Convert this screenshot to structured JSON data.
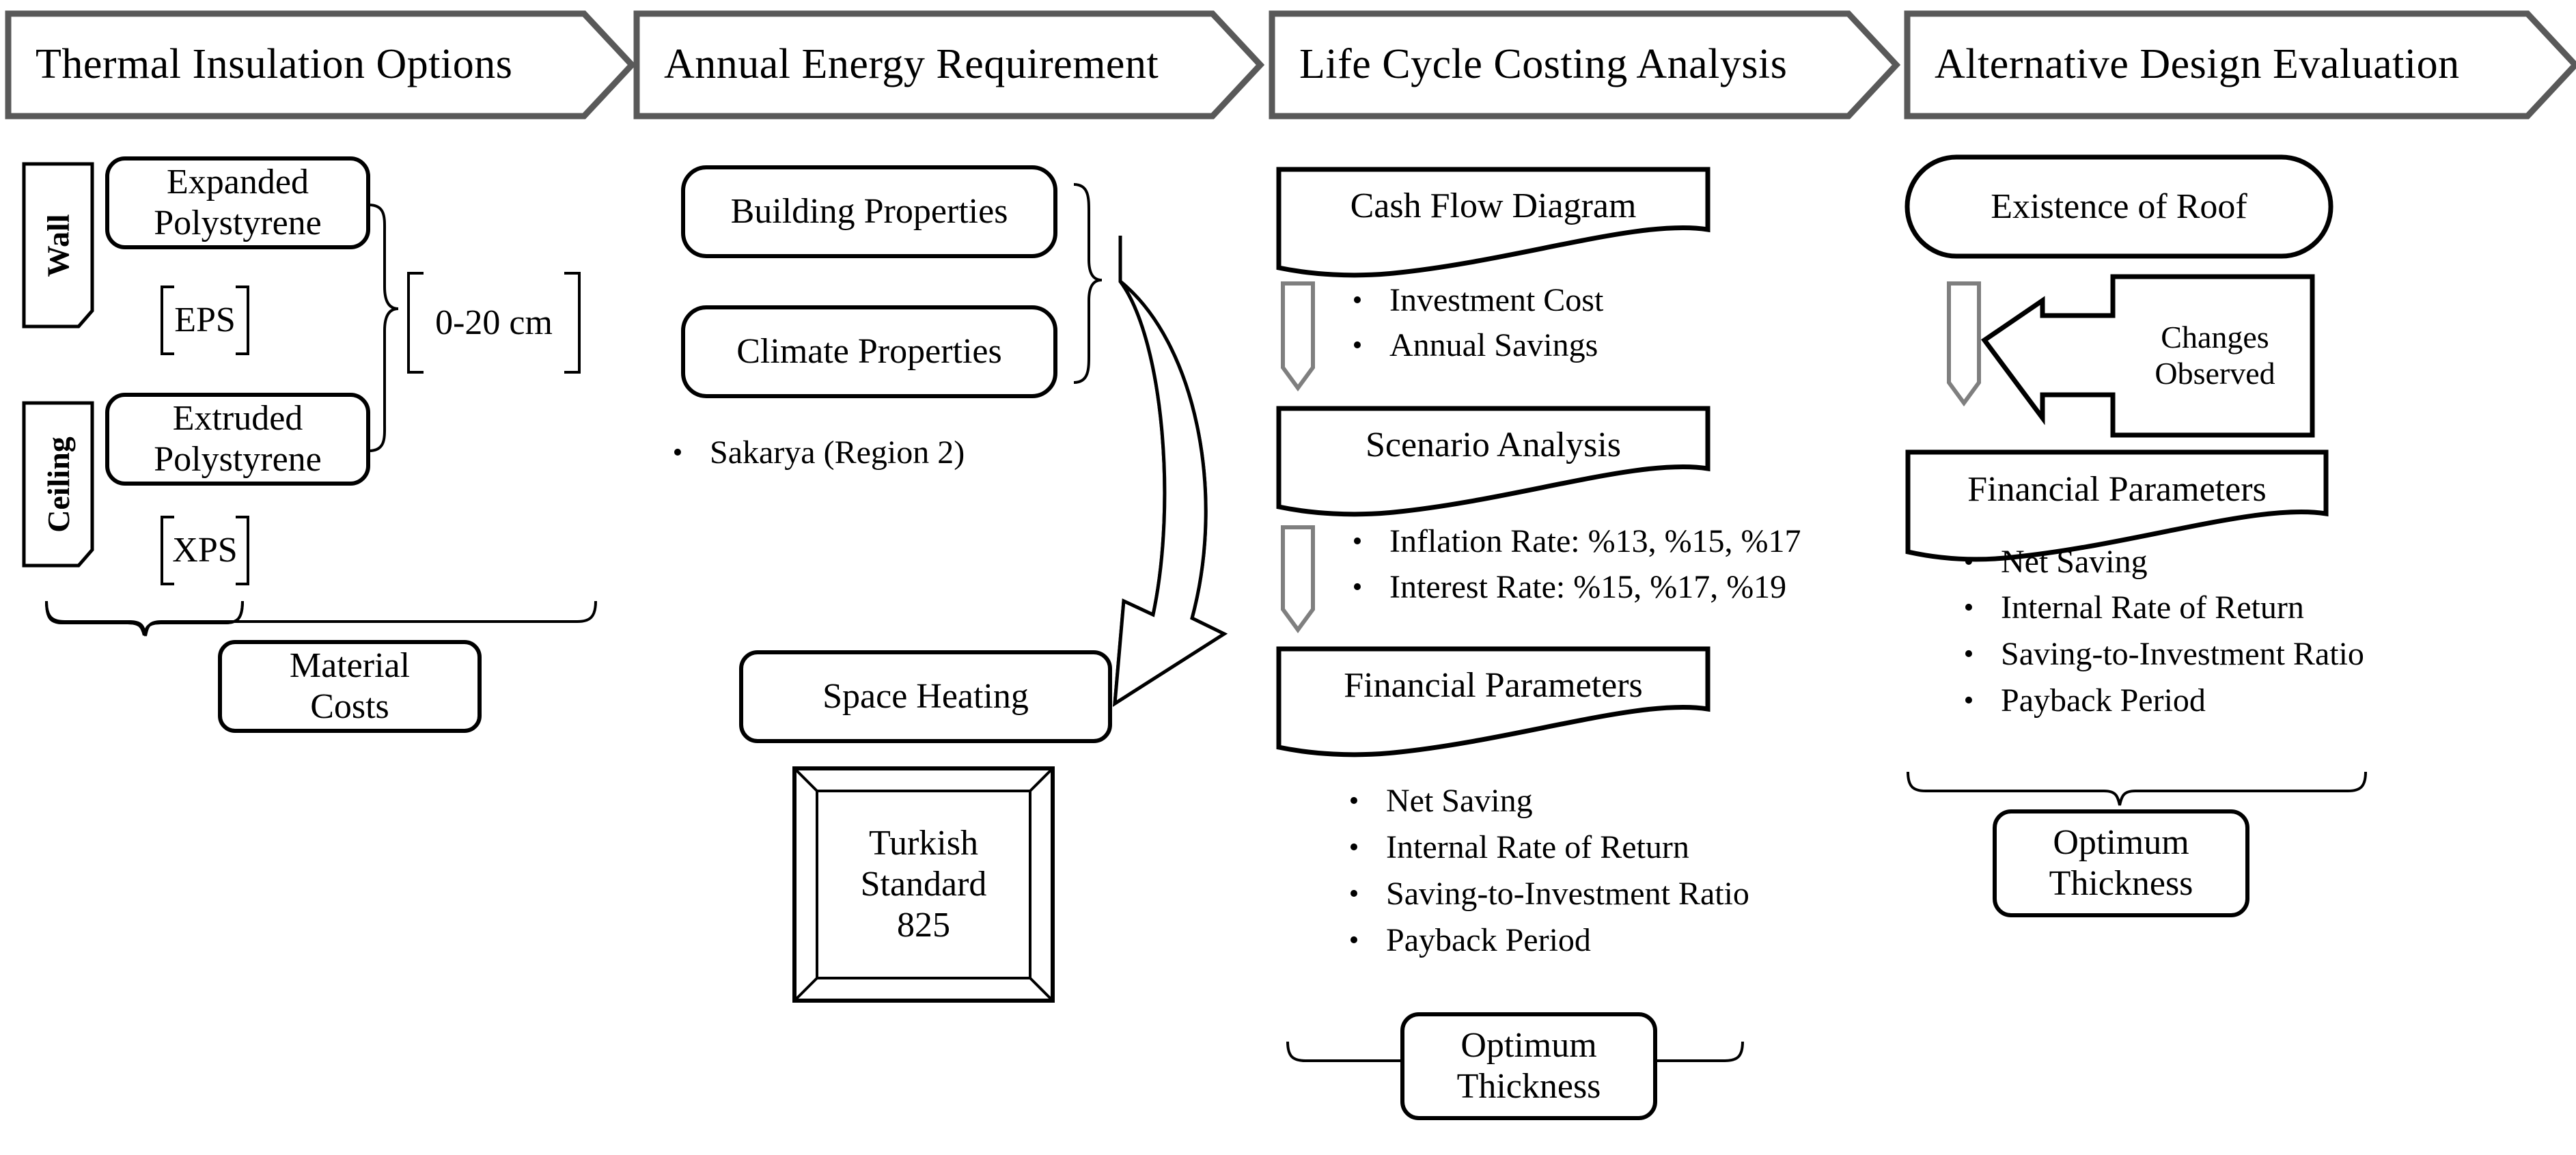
{
  "header": {
    "banners": [
      {
        "label": "Thermal Insulation Options"
      },
      {
        "label": "Annual Energy Requirement"
      },
      {
        "label": "Life Cycle Costing Analysis"
      },
      {
        "label": "Alternative Design Evaluation"
      }
    ],
    "border_color": "#595959",
    "fill_color": "#ffffff"
  },
  "col1": {
    "side_labels": [
      {
        "label": "Wall"
      },
      {
        "label": "Ceiling"
      }
    ],
    "material_boxes": [
      {
        "label": "Expanded\nPolystyrene"
      },
      {
        "label": "Extruded\nPolystyrene"
      }
    ],
    "abbreviations": [
      {
        "label": "EPS"
      },
      {
        "label": "XPS"
      }
    ],
    "thickness_range": {
      "label": "0-20 cm"
    },
    "result_box": {
      "label": "Material\nCosts"
    }
  },
  "col2": {
    "property_boxes": [
      {
        "label": "Building Properties"
      },
      {
        "label": "Climate Properties"
      }
    ],
    "bullets": [
      {
        "label": "Sakarya  (Region 2)"
      }
    ],
    "output_box": {
      "label": "Space Heating"
    },
    "standard_box": {
      "label": "Turkish\nStandard\n825"
    },
    "curved_arrow_fill": "#d9d9d9"
  },
  "col3": {
    "doc_boxes": [
      {
        "label": "Cash Flow Diagram"
      },
      {
        "label": "Scenario Analysis"
      },
      {
        "label": "Financial Parameters"
      }
    ],
    "group1_bullets": [
      {
        "label": "Investment Cost"
      },
      {
        "label": "Annual Savings"
      }
    ],
    "group2_bullets": [
      {
        "label": "Inflation Rate: %13, %15, %17"
      },
      {
        "label": "Interest Rate: %15, %17, %19"
      }
    ],
    "group3_bullets": [
      {
        "label": "Net Saving"
      },
      {
        "label": "Internal Rate of Return"
      },
      {
        "label": "Saving-to-Investment Ratio"
      },
      {
        "label": "Payback Period"
      }
    ],
    "result_box": {
      "label": "Optimum\nThickness"
    }
  },
  "col4": {
    "pill_box": {
      "label": "Existence of Roof"
    },
    "callout_box": {
      "label": "Changes\nObserved"
    },
    "doc_box": {
      "label": "Financial Parameters"
    },
    "bullets": [
      {
        "label": "Net Saving"
      },
      {
        "label": "Internal Rate of Return"
      },
      {
        "label": "Saving-to-Investment Ratio"
      },
      {
        "label": "Payback Period"
      }
    ],
    "result_box": {
      "label": "Optimum\nThickness"
    }
  },
  "style": {
    "stroke_dark": "#000000",
    "stroke_gray": "#595959",
    "bullet_glyph": "•"
  }
}
